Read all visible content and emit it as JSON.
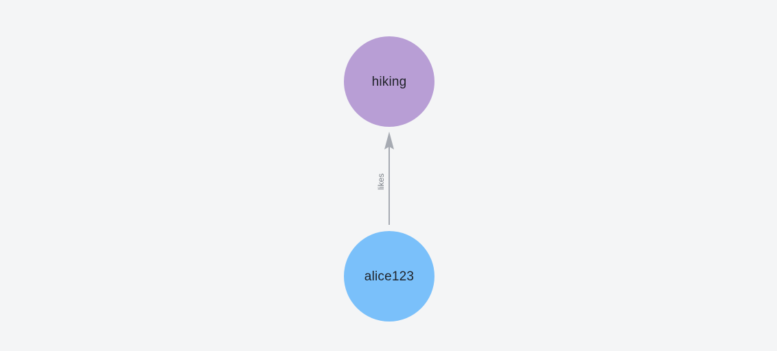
{
  "canvas": {
    "background": "#f4f5f6"
  },
  "graph": {
    "nodes": [
      {
        "id": "hiking",
        "label": "hiking",
        "color": "#b89ed5",
        "text_color": "#1f2228"
      },
      {
        "id": "alice123",
        "label": "alice123",
        "color": "#7ac0fa",
        "text_color": "#1f2228"
      }
    ],
    "edges": [
      {
        "from": "alice123",
        "to": "hiking",
        "label": "likes",
        "line_color": "#a6aab2",
        "label_color": "#7b8087"
      }
    ]
  }
}
